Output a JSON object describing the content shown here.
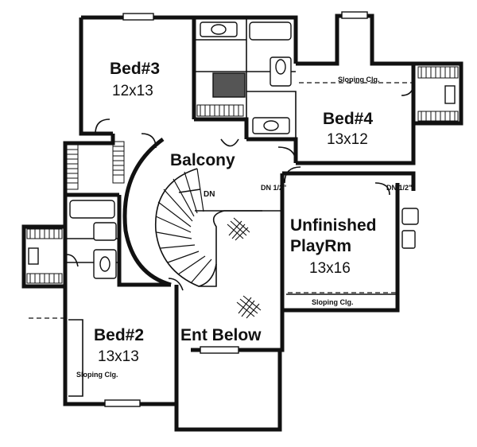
{
  "rooms": {
    "bed3": {
      "name": "Bed#3",
      "size": "12x13"
    },
    "bed4": {
      "name": "Bed#4",
      "size": "13x12"
    },
    "bed2": {
      "name": "Bed#2",
      "size": "13x13"
    },
    "playroom": {
      "name_line1": "Unfinished",
      "name_line2": "PlayRm",
      "size": "13x16"
    },
    "balcony": {
      "name": "Balcony"
    },
    "entry": {
      "name": "Ent Below"
    }
  },
  "notes": {
    "sloping_bed4": "Sloping Clg.",
    "sloping_playroom": "Sloping Clg.",
    "sloping_bed2": "Sloping Clg.",
    "stair_dn": "DN",
    "dn_step_left": "DN 1/2\"",
    "dn_step_right": "DN 1/2\""
  }
}
